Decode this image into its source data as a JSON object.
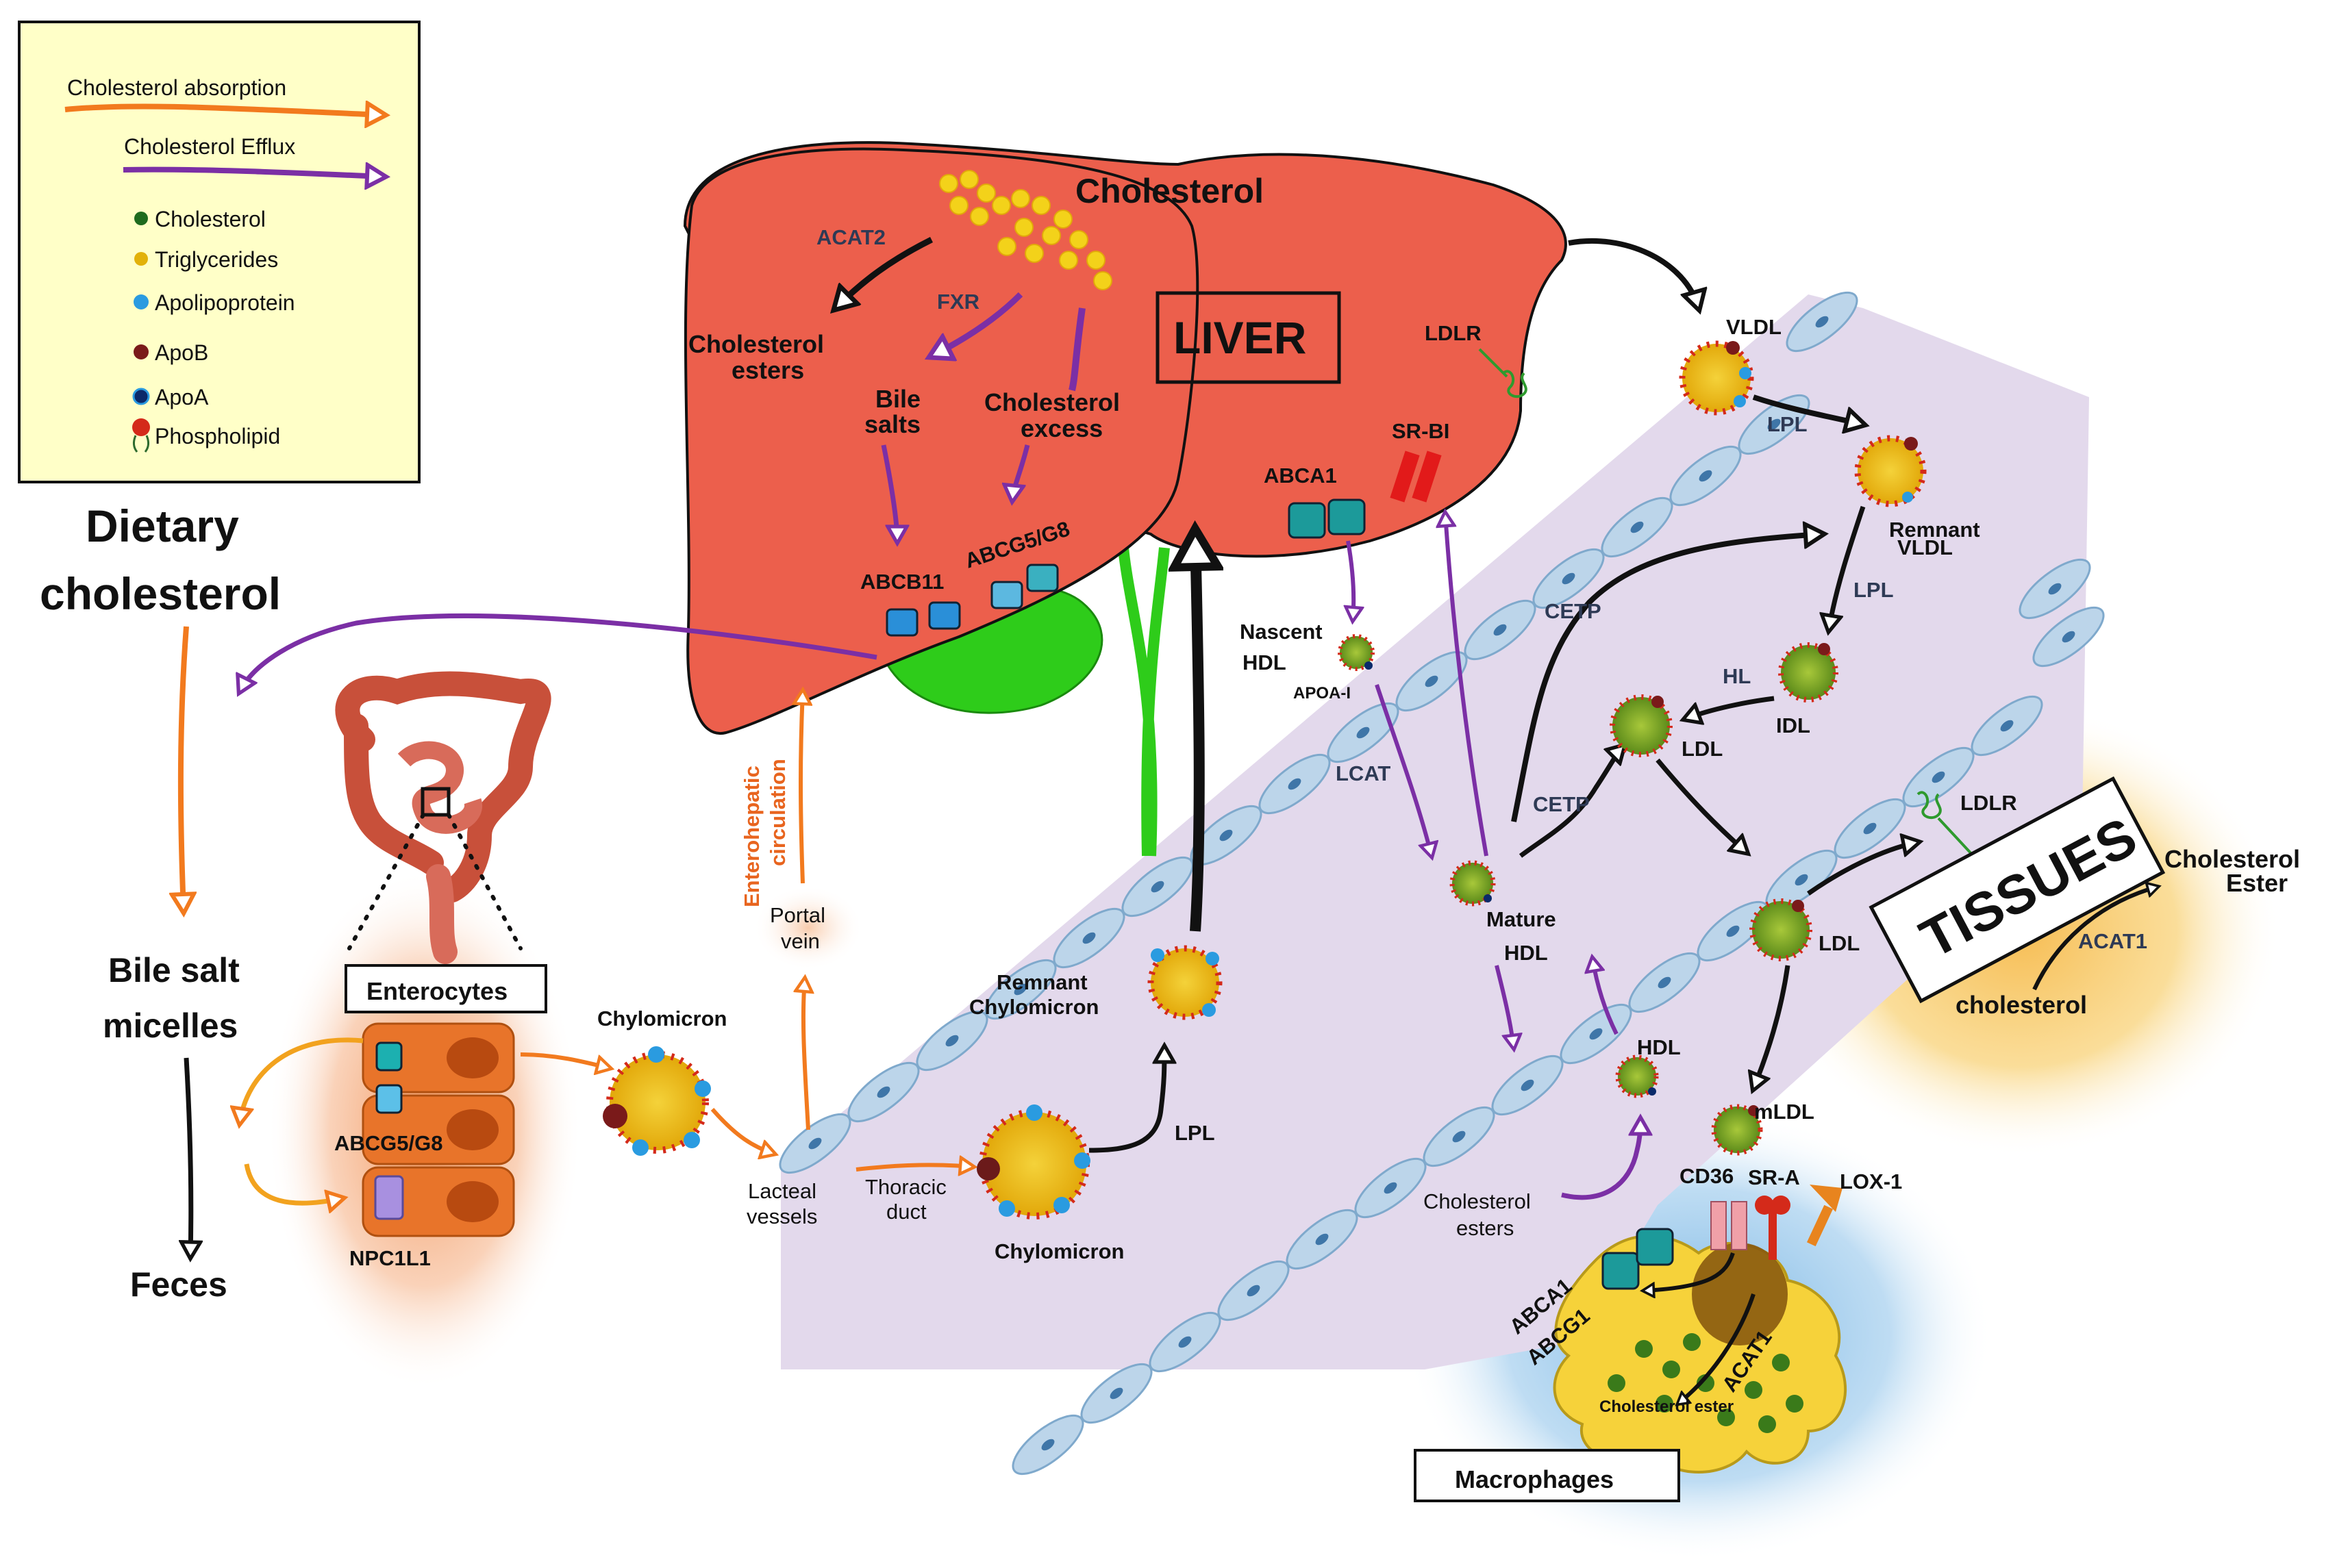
{
  "legend": {
    "absorption": "Cholesterol absorption",
    "efflux": "Cholesterol Efflux",
    "items": [
      "Cholesterol",
      "Triglycerides",
      "Apolipoprotein",
      "ApoB",
      "ApoA",
      "Phospholipid"
    ],
    "marker_colors": [
      "#1e6b1e",
      "#e2b10a",
      "#2a9be0",
      "#7a1a1a",
      "#0a2a6a",
      "#d42a1a"
    ]
  },
  "colors": {
    "liver": "#ec5f4c",
    "gallbladder": "#2ecc1a",
    "vessel": "#e5dcee",
    "endothelium": "#bcd5ea",
    "enterocyte": "#e8742a",
    "macrophage": "#f6d23a",
    "macrophage_halo": "#8ec1e6",
    "tissue_halo": "#f7c35a",
    "absorption_arrow": "#f27a1e",
    "efflux_arrow": "#7b2fa5"
  },
  "left": {
    "dietary": [
      "Dietary",
      "cholesterol"
    ],
    "bile_salt": [
      "Bile salt",
      "micelles"
    ],
    "feces": "Feces",
    "enterocytes": "Enterocytes",
    "abcg5": "ABCG5/G8",
    "npc1l1": "NPC1L1",
    "chylomicron": "Chylomicron",
    "lacteal": [
      "Lacteal",
      "vessels"
    ],
    "thoracic": [
      "Thoracic",
      "duct"
    ],
    "portal": [
      "Portal",
      "vein"
    ],
    "enterohepatic": [
      "Enterohepatic",
      "circulation"
    ]
  },
  "liver": {
    "label": "LIVER",
    "cholesterol": "Cholesterol",
    "acat2": "ACAT2",
    "fxr": "FXR",
    "chol_esters": [
      "Cholesterol",
      "esters"
    ],
    "bile_salts": [
      "Bile",
      "salts"
    ],
    "chol_excess": [
      "Cholesterol",
      "excess"
    ],
    "abcb11": "ABCB11",
    "abcg5": "ABCG5/G8",
    "abca1": "ABCA1",
    "srbi": "SR-BI",
    "ldlr": "LDLR"
  },
  "blood": {
    "remnant_chylo": [
      "Remnant",
      "Chylomicron"
    ],
    "chylomicron": "Chylomicron",
    "lpl": [
      "LPL",
      "LPL",
      "LPL"
    ],
    "nascent_hdl": [
      "Nascent",
      "HDL"
    ],
    "apoa1": "APOA-I",
    "lcat": "LCAT",
    "mature_hdl": [
      "Mature",
      "HDL"
    ],
    "cetp": [
      "CETP",
      "CETP"
    ],
    "vldl": "VLDL",
    "vldl_remnant": [
      "VLDL",
      "Remnant"
    ],
    "hl": "HL",
    "idl": "IDL",
    "ldl": [
      "LDL",
      "LDL"
    ],
    "hdl": "HDL",
    "mldl": "mLDL"
  },
  "macrophage": {
    "chol_esters": [
      "Cholesterol",
      "esters"
    ],
    "cd36": "CD36",
    "sra": "SR-A",
    "lox1": "LOX-1",
    "abca1": "ABCA1",
    "abcg1": "ABCG1",
    "acat1": "ACAT1",
    "chol_ester": "Cholesterol ester",
    "label": "Macrophages"
  },
  "tissues": {
    "label": "TISSUES",
    "ldlr": "LDLR",
    "chol_ester": [
      "Cholesterol",
      "Ester"
    ],
    "acat1": "ACAT1",
    "cholesterol": "cholesterol"
  }
}
